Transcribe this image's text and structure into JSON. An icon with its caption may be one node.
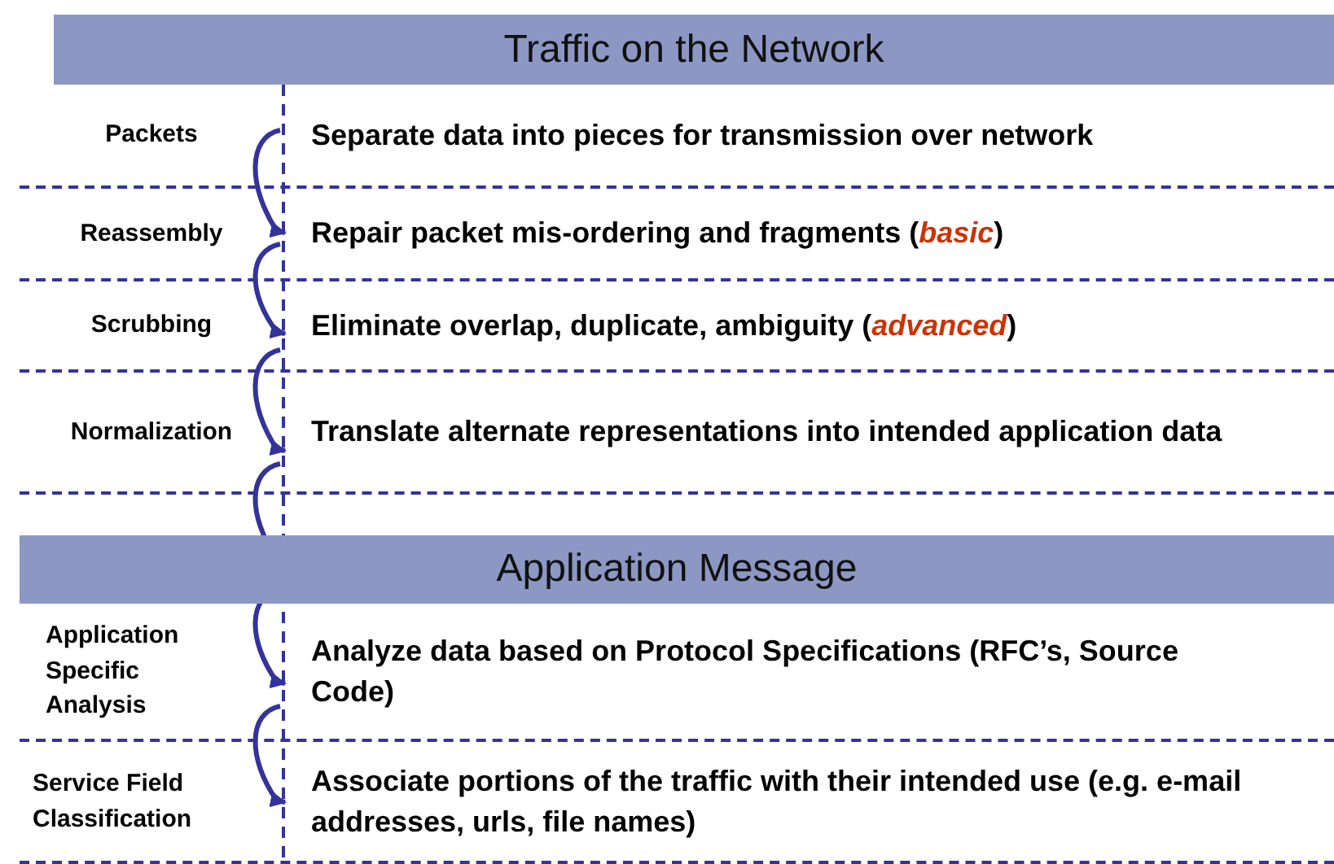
{
  "diagram": {
    "nodes": [
      {
        "text": [
          "Traffic on the Network"
        ]
      },
      {
        "text": [
          "Packets",
          "Separate data into pieces for transmission over network"
        ]
      },
      {
        "text": [
          "Reassembly",
          "Repair packet mis-ordering and fragments (*basic*)"
        ]
      },
      {
        "text": [
          "Scrubbing",
          "Eliminate overlap, duplicate, ambiguity (*advanced*)"
        ]
      },
      {
        "text": [
          "Normalization",
          "Translate alternate representations into intended application data"
        ]
      },
      {
        "text": [
          "Application Message"
        ]
      },
      {
        "text": [
          "Application Specific Analysis",
          "Analyze data based on Protocol Specifications (RFC’s, Source Code)"
        ]
      },
      {
        "text": [
          "Service Field Classification",
          "Associate portions of the traffic with their intended use (e.g. e-mail addresses, urls, file names)"
        ]
      }
    ],
    "edges": [
      {
        "from": 1,
        "to": 2,
        "arrow": "to"
      },
      {
        "from": 2,
        "to": 3,
        "arrow": "to"
      },
      {
        "from": 3,
        "to": 4,
        "arrow": "to"
      },
      {
        "from": 4,
        "to": 5,
        "arrow": "to"
      },
      {
        "from": 5,
        "to": 6,
        "arrow": "to"
      },
      {
        "from": 6,
        "to": 7,
        "arrow": "to"
      }
    ]
  }
}
